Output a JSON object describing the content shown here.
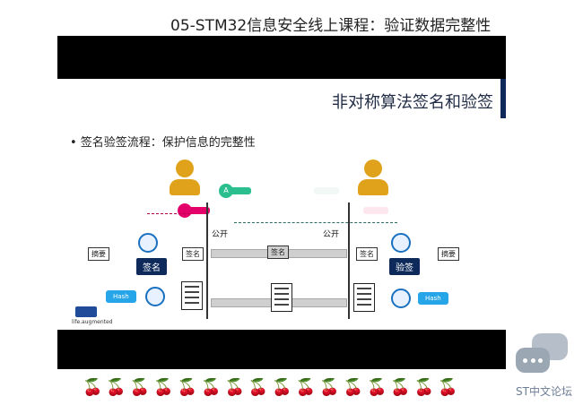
{
  "course_title": "05-STM32信息安全线上课程：验证数据完整性",
  "slide": {
    "title": "非对称算法签名和验签",
    "bullet": "• 签名验签流程：保护信息的完整性",
    "labels": {
      "public_left": "公开",
      "public_right": "公开",
      "sign_box": "签名",
      "verify_box": "验签",
      "digest_left": "摘要",
      "digest_right": "摘要",
      "sig_small_left": "签名",
      "sig_small_right": "签名",
      "sig_center": "签名",
      "hash_left": "Hash",
      "hash_right": "Hash",
      "key_letter": "A",
      "life_augmented": "life.augmented"
    }
  },
  "footer": {
    "emoji_row": "🍒🍒🍒🍒🍒🍒🍒🍒🍒🍒🍒🍒🍒🍒🍒🍒",
    "brand": "ST中文论坛"
  },
  "colors": {
    "navy": "#0e2a5b",
    "gold": "#e0a21a",
    "blue": "#26a6e8",
    "teal_key": "#2bbf8f",
    "pink_key": "#e3006b"
  }
}
